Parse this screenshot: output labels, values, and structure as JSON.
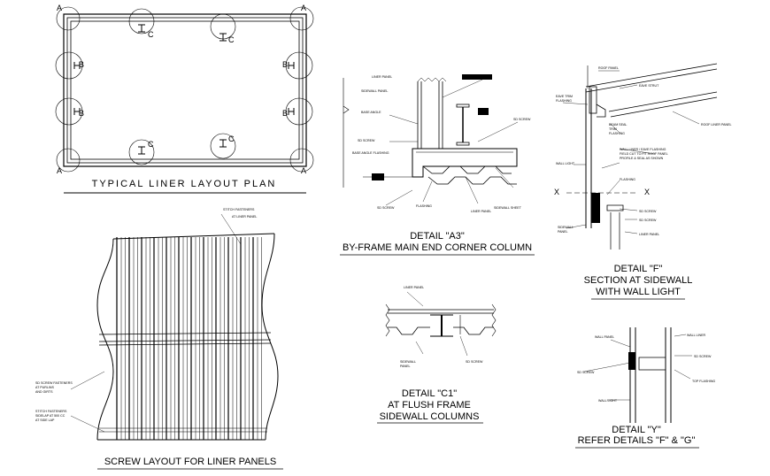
{
  "titles": {
    "plan": "TYPICAL LINER LAYOUT PLAN",
    "a3_line1": "DETAIL \"A3\"",
    "a3_line2": "BY-FRAME MAIN END CORNER COLUMN",
    "f_line1": "DETAIL \"F\"",
    "f_line2": "SECTION AT SIDEWALL",
    "f_line3": "WITH WALL LIGHT",
    "c1_line1": "DETAIL \"C1\"",
    "c1_line2": "AT FLUSH FRAME",
    "c1_line3": "SIDEWALL COLUMNS",
    "y_line1": "DETAIL \"Y\"",
    "y_line2": "REFER DETAILS \"F\" & \"G\"",
    "screw": "SCREW LAYOUT FOR LINER PANELS"
  },
  "plan_marks": {
    "a": "A",
    "b": "B",
    "c": "C"
  },
  "section_marks": {
    "x": "X"
  },
  "colors": {
    "line": "#000000",
    "background": "#ffffff"
  }
}
